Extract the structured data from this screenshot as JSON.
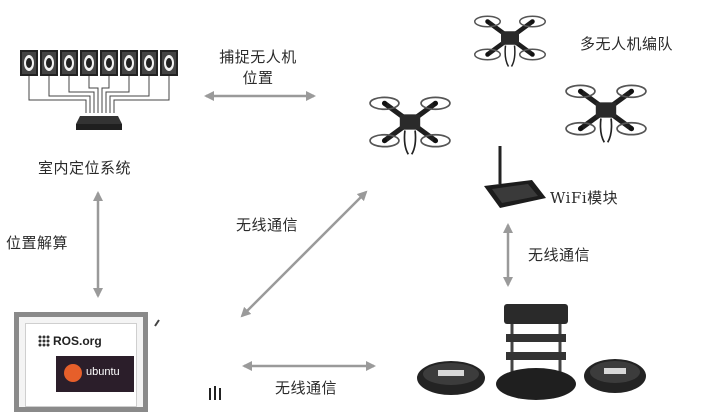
{
  "labels": {
    "indoor_positioning": "室内定位系统",
    "capture_position_line1": "捕捉无人机",
    "capture_position_line2": "位置",
    "multi_uav": "多无人机编队",
    "wifi_module": "WiFi模块",
    "position_solve": "位置解算",
    "wireless_comm_1": "无线通信",
    "wireless_comm_2": "无线通信",
    "wireless_comm_3": "无线通信"
  },
  "ros": {
    "logo_text": "ROS.org",
    "ubuntu_text": "ubuntu"
  },
  "colors": {
    "arrow": "#9a9a9a",
    "text": "#2b2b2b",
    "dark": "#1e1e1e"
  }
}
